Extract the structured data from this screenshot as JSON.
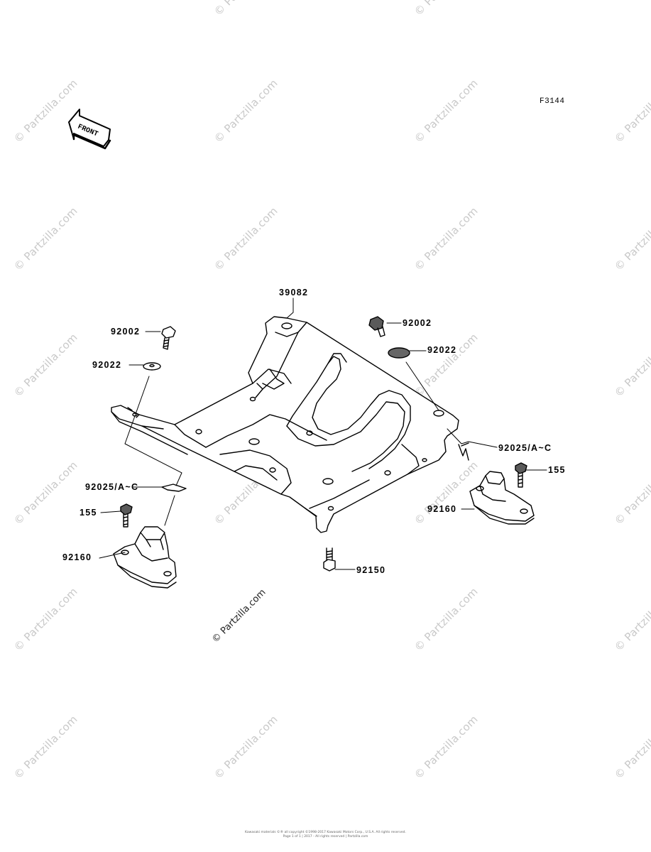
{
  "figure_code": "F3144",
  "front_arrow": {
    "text": "FRONT",
    "icon": "front-arrow-icon"
  },
  "watermark": {
    "text": "© Partzilla.com",
    "color": "#c9c9c9"
  },
  "center_watermark": "© Partzilla.com",
  "part_labels": {
    "frame": "39082",
    "bolt_right_top": "92002",
    "bolt_left_top": "92002",
    "washer_right": "92022",
    "washer_left": "92022",
    "clip_right": "92025/A~C",
    "clip_left": "92025/A~C",
    "bolt_155_right": "155",
    "bolt_155_left": "155",
    "damper_right": "92160",
    "damper_left": "92160",
    "bolt_bottom": "92150"
  },
  "footer": {
    "line1": "Kawasaki materials ©® all copyright ©1998-2017 Kawasaki Motors Corp., U.S.A. All rights reserved.",
    "line2": "Page 1 of 1 | 2017 - All rights reserved | Partzilla.com"
  }
}
